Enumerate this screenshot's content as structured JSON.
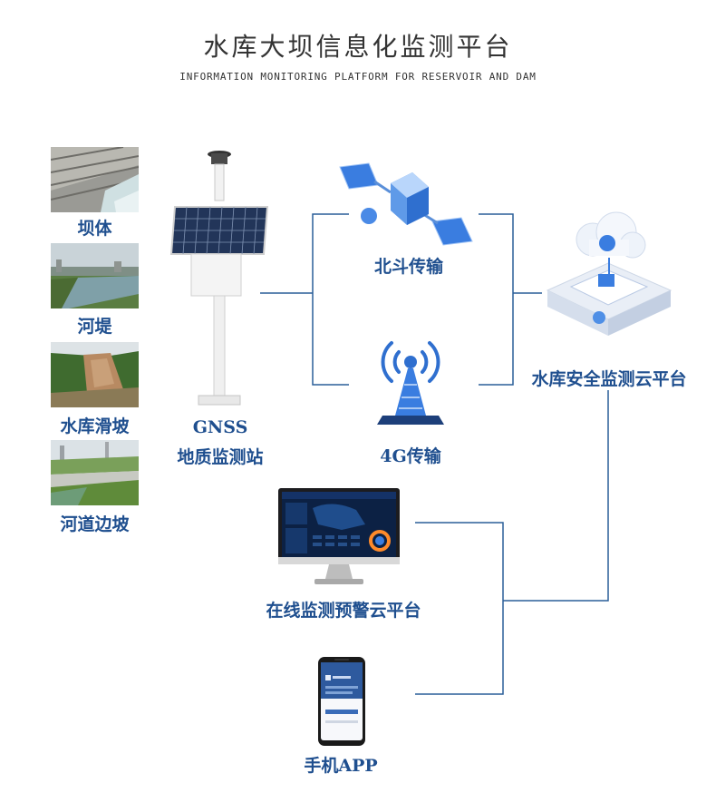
{
  "header": {
    "title": "水库大坝信息化监测平台",
    "subtitle": "INFORMATION MONITORING PLATFORM FOR RESERVOIR AND DAM"
  },
  "scenes": [
    {
      "label": "坝体"
    },
    {
      "label": "河堤"
    },
    {
      "label": "水库滑坡"
    },
    {
      "label": "河道边坡"
    }
  ],
  "station": {
    "line1": "GNSS",
    "line2": "地质监测站"
  },
  "transmission": {
    "beidou": "北斗传输",
    "cellular": "4G传输"
  },
  "cloud": {
    "label": "水库安全监测云平台"
  },
  "terminals": {
    "desktop": "在线监测预警云平台",
    "mobile": "手机APP"
  },
  "colors": {
    "label": "#1f4f8f",
    "line": "#2a5f99"
  },
  "icons": [
    "solar-panel-icon",
    "gnss-antenna-icon",
    "satellite-icon",
    "signal-tower-icon",
    "cloud-platform-icon",
    "monitor-icon",
    "smartphone-icon"
  ]
}
